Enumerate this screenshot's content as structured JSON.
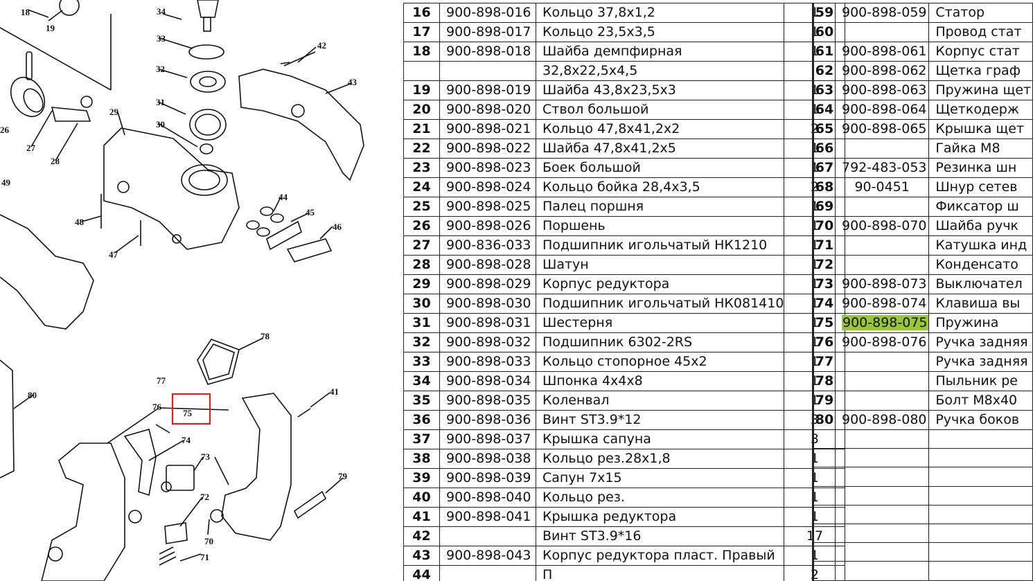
{
  "diagram": {
    "callouts": [
      "18",
      "19",
      "34",
      "33",
      "32",
      "31",
      "30",
      "29",
      "28",
      "27",
      "26",
      "42",
      "43",
      "44",
      "45",
      "46",
      "47",
      "48",
      "49",
      "73",
      "74",
      "75",
      "76",
      "77",
      "78",
      "41",
      "79",
      "80",
      "72",
      "71",
      "70"
    ],
    "highlight_label": "75"
  },
  "left_table": {
    "rows": [
      {
        "n": "16",
        "art": "900-898-016",
        "name": "Кольцо 37,8х1,2",
        "qty": "1"
      },
      {
        "n": "17",
        "art": "900-898-017",
        "name": "Кольцо 23,5х3,5",
        "qty": "1"
      },
      {
        "n": "18",
        "art": "900-898-018",
        "name": "Шайба демпфирная",
        "qty": "1"
      },
      {
        "n": "",
        "art": "",
        "name": "32,8х22,5х4,5",
        "qty": ""
      },
      {
        "n": "19",
        "art": "900-898-019",
        "name": "Шайба 43,8х23,5х3",
        "qty": "1"
      },
      {
        "n": "20",
        "art": "900-898-020",
        "name": "Ствол большой",
        "qty": "1"
      },
      {
        "n": "21",
        "art": "900-898-021",
        "name": "Кольцо 47,8х41,2х2",
        "qty": "2"
      },
      {
        "n": "22",
        "art": "900-898-022",
        "name": "Шайба 47,8х41,2х5",
        "qty": "1"
      },
      {
        "n": "23",
        "art": "900-898-023",
        "name": "Боек большой",
        "qty": "1"
      },
      {
        "n": "24",
        "art": "900-898-024",
        "name": "Кольцо бойка 28,4х3,5",
        "qty": "2"
      },
      {
        "n": "25",
        "art": "900-898-025",
        "name": "Палец поршня",
        "qty": "1"
      },
      {
        "n": "26",
        "art": "900-898-026",
        "name": "Поршень",
        "qty": "1"
      },
      {
        "n": "27",
        "art": "900-836-033",
        "name": "Подшипник игольчатый НК1210",
        "qty": "1"
      },
      {
        "n": "28",
        "art": "900-898-028",
        "name": "Шатун",
        "qty": "1"
      },
      {
        "n": "29",
        "art": "900-898-029",
        "name": "Корпус редуктора",
        "qty": "1"
      },
      {
        "n": "30",
        "art": "900-898-030",
        "name": "Подшипник игольчатый НК081410",
        "qty": "1"
      },
      {
        "n": "31",
        "art": "900-898-031",
        "name": "Шестерня",
        "qty": "1"
      },
      {
        "n": "32",
        "art": "900-898-032",
        "name": "Подшипник 6302-2RS",
        "qty": "1"
      },
      {
        "n": "33",
        "art": "900-898-033",
        "name": "Кольцо стопорное 45х2",
        "qty": "1"
      },
      {
        "n": "34",
        "art": "900-898-034",
        "name": "Шпонка 4х4х8",
        "qty": "1"
      },
      {
        "n": "35",
        "art": "900-898-035",
        "name": "Коленвал",
        "qty": "1"
      },
      {
        "n": "36",
        "art": "900-898-036",
        "name": "Винт ST3.9*12",
        "qty": "3"
      },
      {
        "n": "37",
        "art": "900-898-037",
        "name": "Крышка сапуна",
        "qty": "3"
      },
      {
        "n": "38",
        "art": "900-898-038",
        "name": "Кольцо рез.28х1,8",
        "qty": "1"
      },
      {
        "n": "39",
        "art": "900-898-039",
        "name": "Сапун 7х15",
        "qty": "1"
      },
      {
        "n": "40",
        "art": "900-898-040",
        "name": "Кольцо рез.",
        "qty": "1"
      },
      {
        "n": "41",
        "art": "900-898-041",
        "name": "Крышка редуктора",
        "qty": "1"
      },
      {
        "n": "42",
        "art": "",
        "name": "Винт ST3.9*16",
        "qty": "17"
      },
      {
        "n": "43",
        "art": "900-898-043",
        "name": "Корпус редуктора пласт. Правый",
        "qty": "1"
      },
      {
        "n": "44",
        "art": "",
        "name": "П",
        "qty": "2"
      }
    ]
  },
  "right_table": {
    "rows": [
      {
        "n": "59",
        "art": "900-898-059",
        "name": "Статор"
      },
      {
        "n": "60",
        "art": "",
        "name": "Провод стат"
      },
      {
        "n": "61",
        "art": "900-898-061",
        "name": "Корпус стат"
      },
      {
        "n": "62",
        "art": "900-898-062",
        "name": "Щетка граф"
      },
      {
        "n": "63",
        "art": "900-898-063",
        "name": "Пружина щет"
      },
      {
        "n": "64",
        "art": "900-898-064",
        "name": "Щеткодерж"
      },
      {
        "n": "65",
        "art": "900-898-065",
        "name": "Крышка щет"
      },
      {
        "n": "66",
        "art": "",
        "name": "Гайка М8"
      },
      {
        "n": "67",
        "art": "792-483-053",
        "name": "Резинка шн"
      },
      {
        "n": "68",
        "art": "90-0451",
        "name": "Шнур сетев"
      },
      {
        "n": "69",
        "art": "",
        "name": "Фиксатор ш"
      },
      {
        "n": "70",
        "art": "900-898-070",
        "name": "Шайба ручк"
      },
      {
        "n": "71",
        "art": "",
        "name": "Катушка инд"
      },
      {
        "n": "72",
        "art": "",
        "name": "Конденсато"
      },
      {
        "n": "73",
        "art": "900-898-073",
        "name": "Выключател"
      },
      {
        "n": "74",
        "art": "900-898-074",
        "name": "Клавиша вы"
      },
      {
        "n": "75",
        "art": "900-898-075",
        "name": "Пружина",
        "highlight": true
      },
      {
        "n": "76",
        "art": "900-898-076",
        "name": "Ручка задняя"
      },
      {
        "n": "77",
        "art": "",
        "name": "Ручка задняя"
      },
      {
        "n": "78",
        "art": "",
        "name": "Пыльник ре"
      },
      {
        "n": "79",
        "art": "",
        "name": "Болт М8х40"
      },
      {
        "n": "80",
        "art": "900-898-080",
        "name": "Ручка боков"
      }
    ],
    "empty_rows": 8
  }
}
